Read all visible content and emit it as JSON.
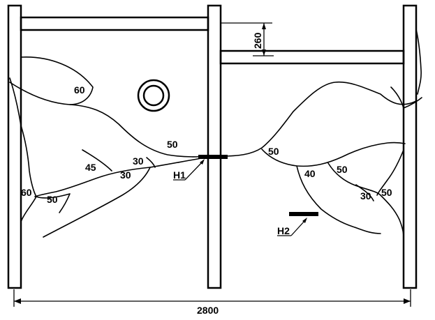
{
  "crack_widths": {
    "left_top_60": "60",
    "left_mid_50": "50",
    "left_45": "45",
    "left_30_upper": "30",
    "left_30_lower": "30",
    "left_60": "60",
    "left_50": "50",
    "right_50": "50",
    "right_40": "40",
    "right_50_b": "50",
    "right_30": "30",
    "right_50_c": "50"
  },
  "markers": {
    "h1_label": "H1",
    "h2_label": "H2"
  },
  "dimensions": {
    "beam_offset": "260",
    "total_length": "2800"
  }
}
